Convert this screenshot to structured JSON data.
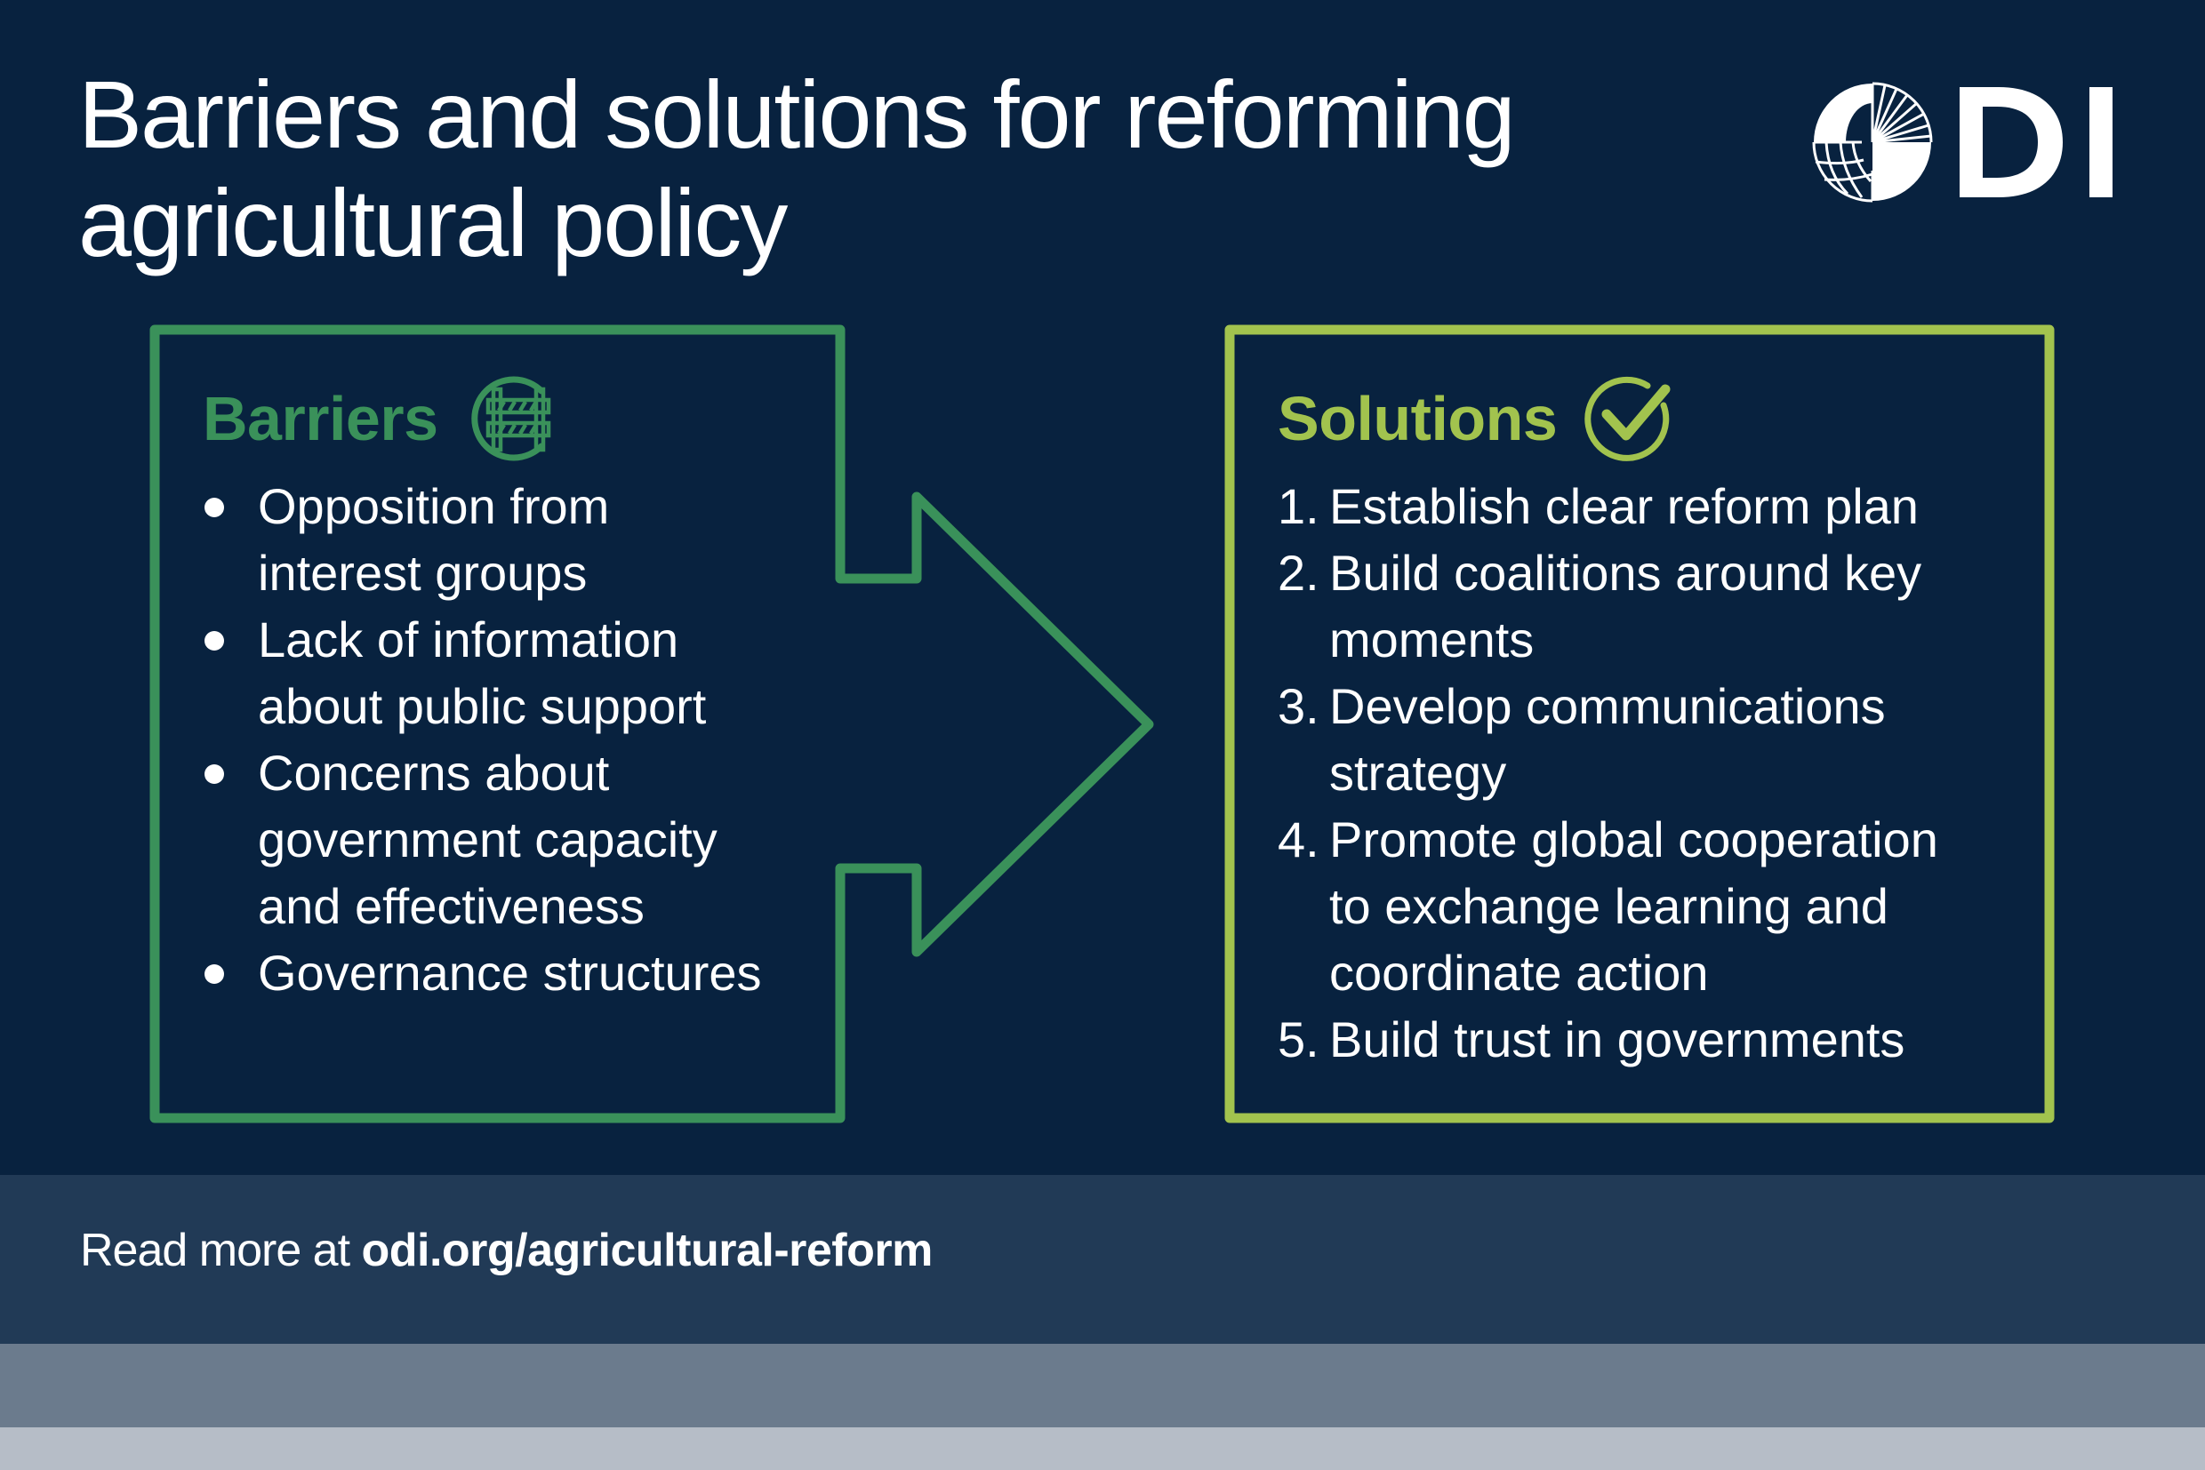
{
  "title": {
    "line1": "Barriers and solutions for reforming",
    "line2": "agricultural policy"
  },
  "logo": {
    "text": "ODI",
    "icon": "odi-globe-logo-icon"
  },
  "barriers": {
    "heading": "Barriers",
    "icon": "road-barrier-icon",
    "color": "#3a915a",
    "items": [
      {
        "line1": "Opposition from",
        "line2": "interest groups"
      },
      {
        "line1": "Lack of information",
        "line2": "about public support"
      },
      {
        "line1": "Concerns about",
        "line2": "government capacity",
        "line3": "and effectiveness"
      },
      {
        "line1": "Governance structures"
      }
    ]
  },
  "solutions": {
    "heading": "Solutions",
    "icon": "checkmark-circle-icon",
    "color": "#a2c34e",
    "items": [
      {
        "num": "1.",
        "line1": "Establish clear reform plan"
      },
      {
        "num": "2.",
        "line1": "Build coalitions around key",
        "line2": "moments"
      },
      {
        "num": "3.",
        "line1": "Develop communications",
        "line2": "strategy"
      },
      {
        "num": "4.",
        "line1": "Promote global cooperation",
        "line2": "to exchange learning and",
        "line3": "coordinate action"
      },
      {
        "num": "5.",
        "line1": "Build trust in governments"
      }
    ]
  },
  "footer": {
    "lead": "Read more at ",
    "link": "odi.org/agricultural-reform"
  },
  "colors": {
    "background": "#08223f",
    "barriers_green": "#3a915a",
    "solutions_lime": "#a2c34e",
    "footer_band": "#213a56",
    "stripe_mid": "#6b7b8d",
    "stripe_light": "#b6bdc7",
    "text": "#ffffff"
  }
}
